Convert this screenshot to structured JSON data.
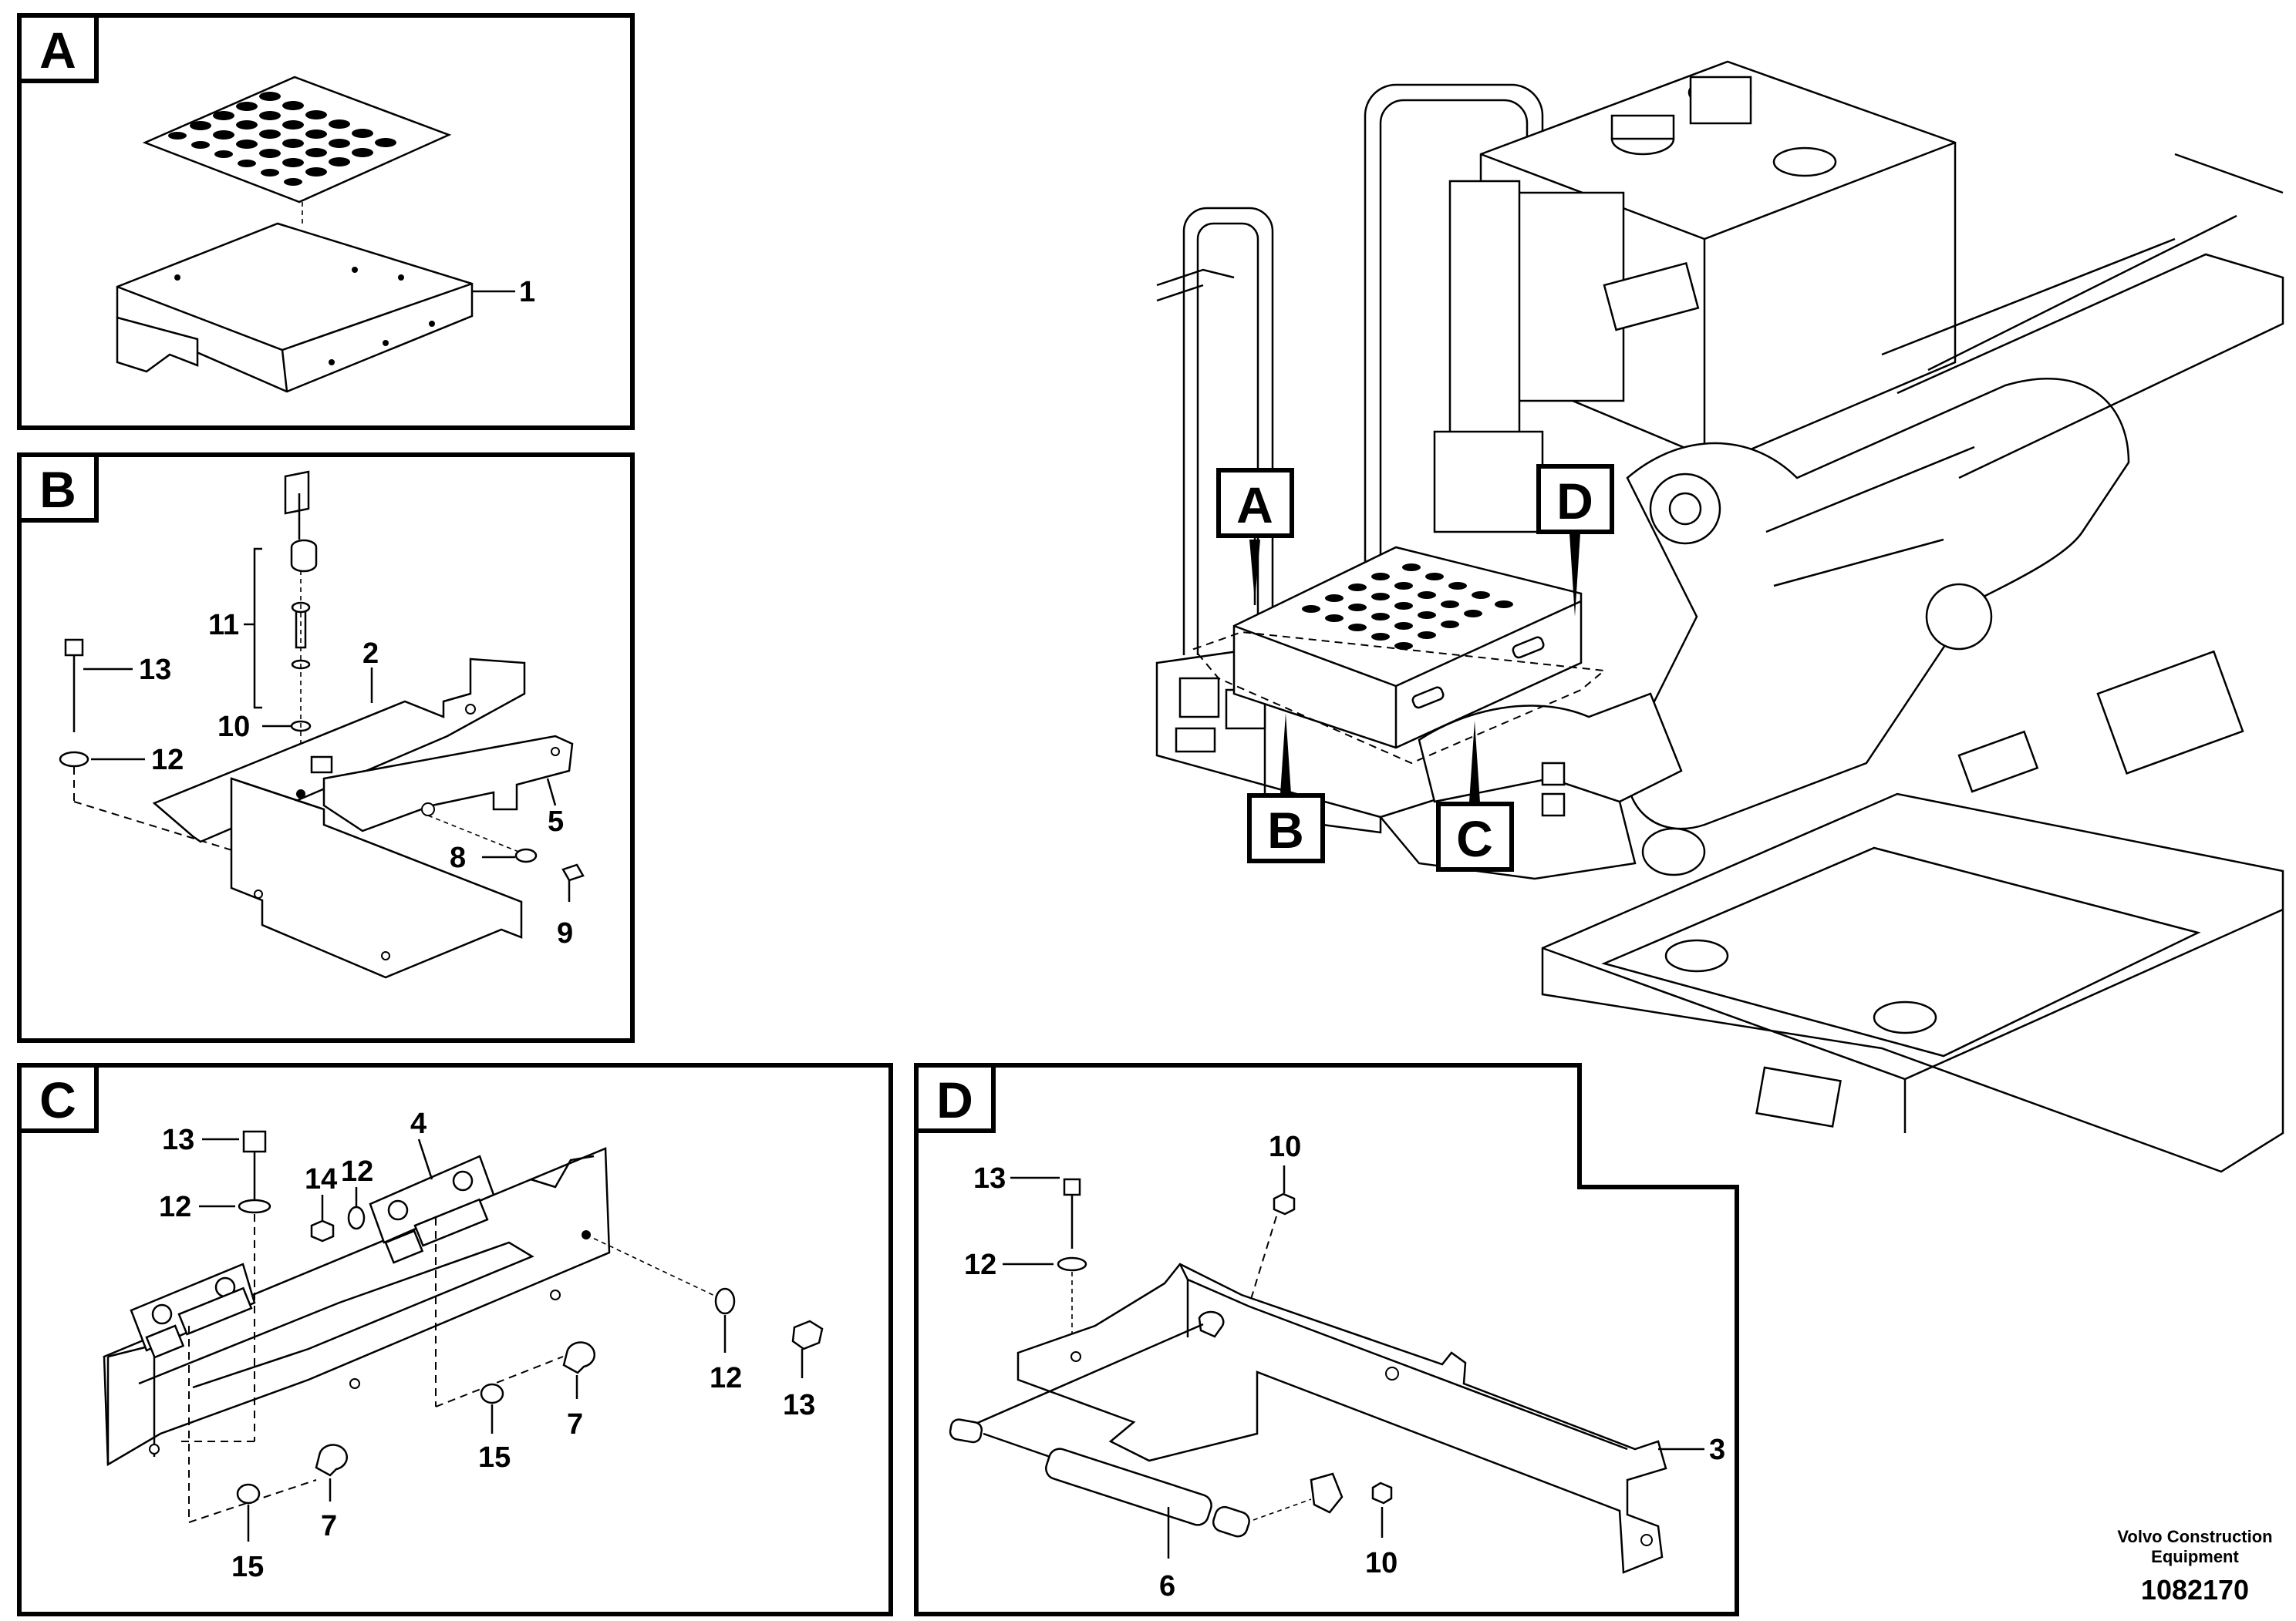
{
  "panels": {
    "A": {
      "tag": "A",
      "labels": {
        "p1": "1"
      }
    },
    "B": {
      "tag": "B",
      "labels": {
        "p2": "2",
        "p5": "5",
        "p8": "8",
        "p9": "9",
        "p10": "10",
        "p11": "11",
        "p12": "12",
        "p13": "13"
      }
    },
    "C": {
      "tag": "C",
      "labels": {
        "p4": "4",
        "p7a": "7",
        "p7b": "7",
        "p12a": "12",
        "p12b": "12",
        "p12c": "12",
        "p13a": "13",
        "p13b": "13",
        "p14": "14",
        "p15a": "15",
        "p15b": "15"
      }
    },
    "D": {
      "tag": "D",
      "labels": {
        "p3": "3",
        "p6": "6",
        "p10a": "10",
        "p10b": "10",
        "p12": "12",
        "p13": "13"
      }
    }
  },
  "overview": {
    "callouts": {
      "A": "A",
      "B": "B",
      "C": "C",
      "D": "D"
    }
  },
  "footer": {
    "company_line1": "Volvo Construction",
    "company_line2": "Equipment",
    "drawing_number": "1082170"
  }
}
